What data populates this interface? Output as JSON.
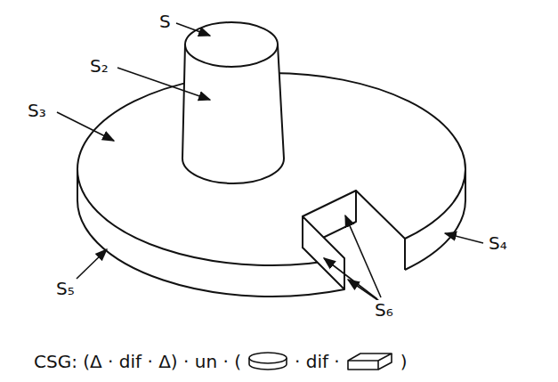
{
  "diagram": {
    "labels": [
      "S",
      "S₂",
      "S₃",
      "S₄",
      "S₅",
      "S₆",
      "CSG: (Δ · dif · Δ) · un · (",
      "· dif ·",
      ")"
    ]
  }
}
